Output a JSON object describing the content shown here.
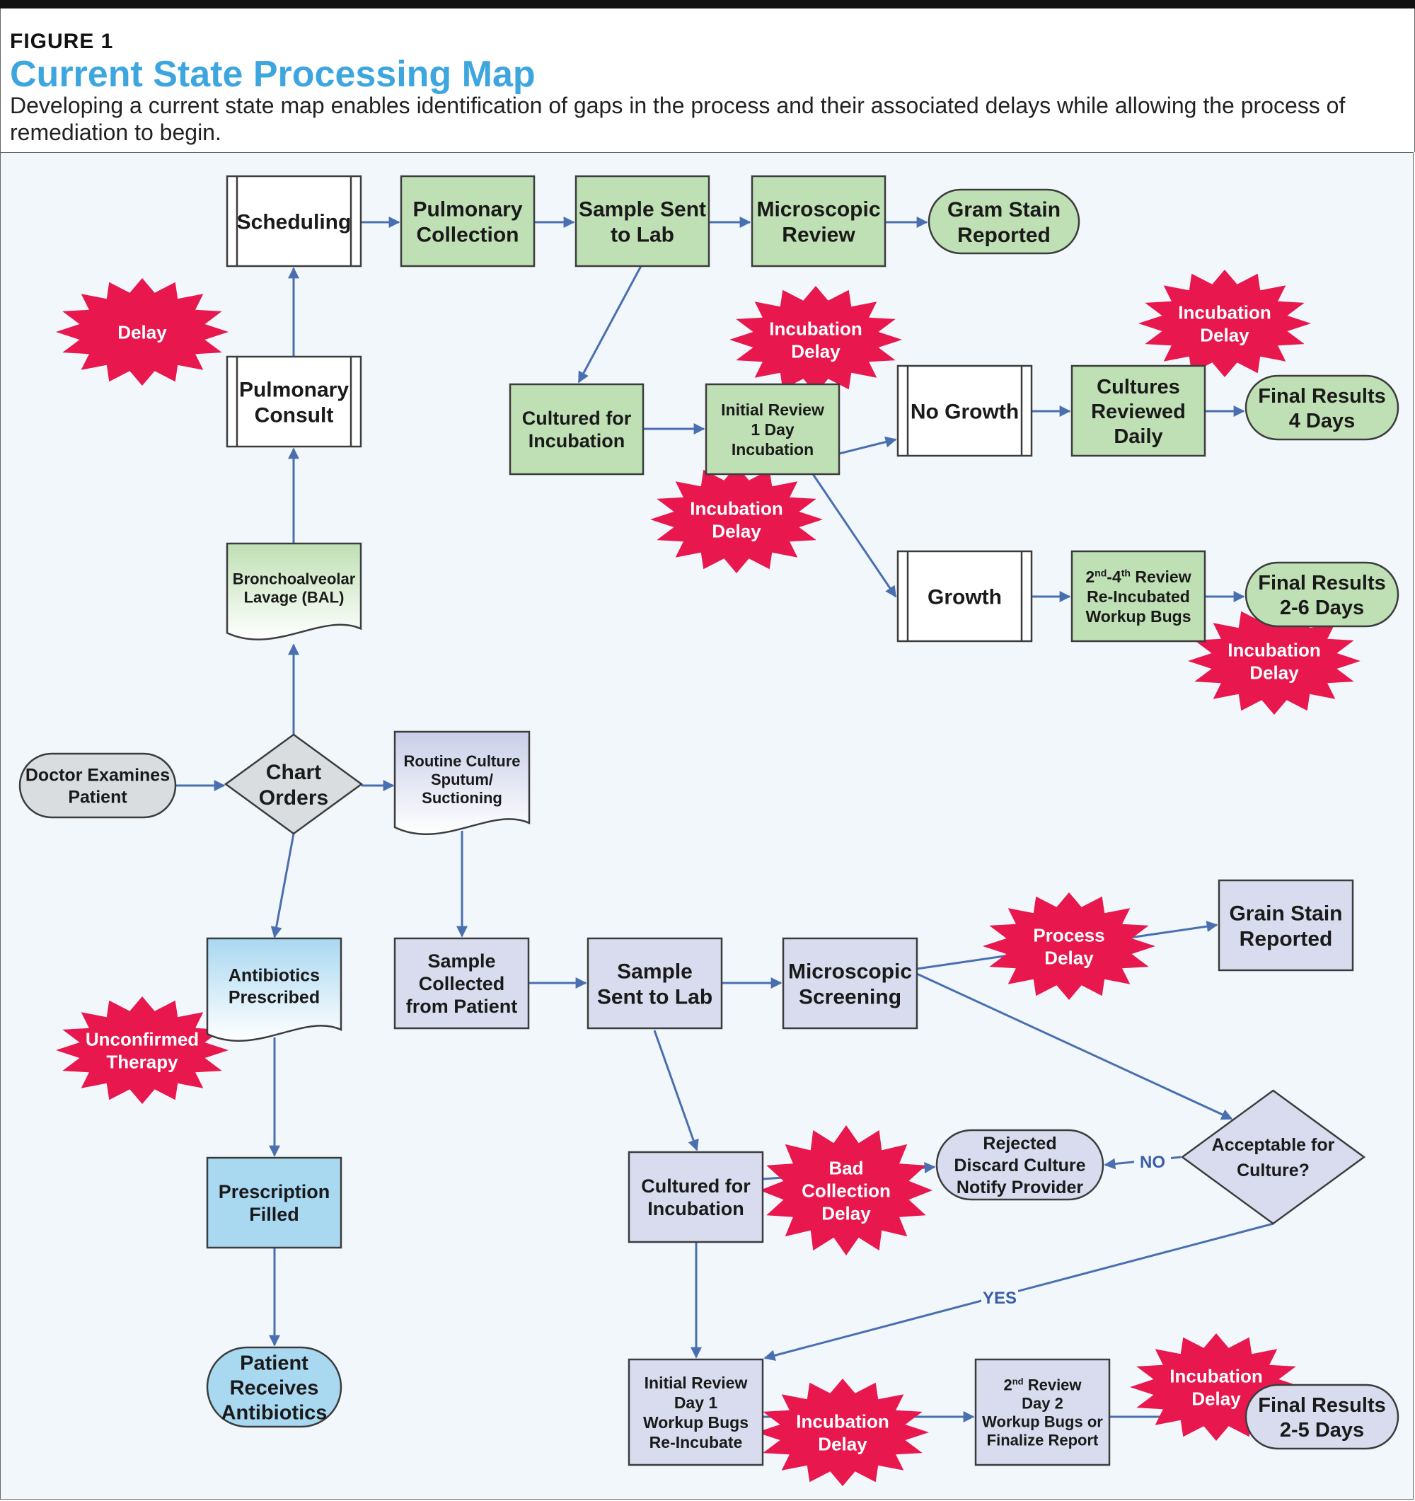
{
  "figure_label": "FIGURE 1",
  "title": "Current State Processing Map",
  "caption": "Developing a current state map enables identification of gaps in the process and their associated delays while allowing the process of remediation to begin.",
  "colors": {
    "green": "#bfe0b4",
    "blue": "#a9d8f1",
    "lavender": "#d8dcee",
    "gray": "#d9dde0",
    "white": "#ffffff",
    "burst": "#e8174d",
    "arrow": "#4a6fb0",
    "title": "#3ea6df"
  },
  "nodes": [
    {
      "id": "scheduling",
      "shape": "subprocess",
      "fill": "white",
      "lines": [
        "Scheduling"
      ]
    },
    {
      "id": "pulm-collection",
      "shape": "rect",
      "fill": "green",
      "lines": [
        "Pulmonary",
        "Collection"
      ]
    },
    {
      "id": "sample-sent-top",
      "shape": "rect",
      "fill": "green",
      "lines": [
        "Sample Sent",
        "to Lab"
      ]
    },
    {
      "id": "microscopic-review",
      "shape": "rect",
      "fill": "green",
      "lines": [
        "Microscopic",
        "Review"
      ]
    },
    {
      "id": "gram-stain-top",
      "shape": "terminal",
      "fill": "green",
      "lines": [
        "Gram Stain",
        "Reported"
      ]
    },
    {
      "id": "pulm-consult",
      "shape": "subprocess",
      "fill": "white",
      "lines": [
        "Pulmonary",
        "Consult"
      ]
    },
    {
      "id": "cultured-top",
      "shape": "rect",
      "fill": "green",
      "lines": [
        "Cultured for",
        "Incubation"
      ]
    },
    {
      "id": "initial-review-top",
      "shape": "rect",
      "fill": "green",
      "lines": [
        "Initial Review",
        "1 Day",
        "Incubation"
      ]
    },
    {
      "id": "no-growth",
      "shape": "subprocess",
      "fill": "white",
      "lines": [
        "No Growth"
      ]
    },
    {
      "id": "cultures-reviewed",
      "shape": "rect",
      "fill": "green",
      "lines": [
        "Cultures",
        "Reviewed",
        "Daily"
      ]
    },
    {
      "id": "final-4days",
      "shape": "terminal",
      "fill": "green",
      "lines": [
        "Final Results",
        "4 Days"
      ]
    },
    {
      "id": "bal",
      "shape": "document",
      "fill": "green",
      "lines": [
        "Bronchoalveolar",
        "Lavage (BAL)"
      ]
    },
    {
      "id": "growth",
      "shape": "subprocess",
      "fill": "white",
      "lines": [
        "Growth"
      ]
    },
    {
      "id": "review-2-4",
      "shape": "rect",
      "fill": "green",
      "lines": [
        "2nd-4th Review",
        "Re-Incubated",
        "Workup Bugs"
      ]
    },
    {
      "id": "final-2-6",
      "shape": "terminal",
      "fill": "green",
      "lines": [
        "Final Results",
        "2-6 Days"
      ]
    },
    {
      "id": "doctor-examines",
      "shape": "terminal",
      "fill": "gray",
      "lines": [
        "Doctor Examines",
        "Patient"
      ]
    },
    {
      "id": "chart-orders",
      "shape": "diamond",
      "fill": "gray",
      "lines": [
        "Chart",
        "Orders"
      ]
    },
    {
      "id": "routine-culture",
      "shape": "document",
      "fill": "lavender",
      "lines": [
        "Routine Culture",
        "Sputum/",
        "Suctioning"
      ]
    },
    {
      "id": "antibiotics-prescribed",
      "shape": "document",
      "fill": "blue",
      "lines": [
        "Antibiotics",
        "Prescribed"
      ]
    },
    {
      "id": "sample-collected",
      "shape": "rect",
      "fill": "lavender",
      "lines": [
        "Sample",
        "Collected",
        "from Patient"
      ]
    },
    {
      "id": "sample-sent-bottom",
      "shape": "rect",
      "fill": "lavender",
      "lines": [
        "Sample",
        "Sent to Lab"
      ]
    },
    {
      "id": "microscopic-screening",
      "shape": "rect",
      "fill": "lavender",
      "lines": [
        "Microscopic",
        "Screening"
      ]
    },
    {
      "id": "grain-stain",
      "shape": "rect",
      "fill": "lavender",
      "lines": [
        "Grain Stain",
        "Reported"
      ]
    },
    {
      "id": "prescription-filled",
      "shape": "rect",
      "fill": "blue",
      "lines": [
        "Prescription",
        "Filled"
      ]
    },
    {
      "id": "cultured-bottom",
      "shape": "rect",
      "fill": "lavender",
      "lines": [
        "Cultured for",
        "Incubation"
      ]
    },
    {
      "id": "rejected",
      "shape": "terminal",
      "fill": "lavender",
      "lines": [
        "Rejected",
        "Discard Culture",
        "Notify Provider"
      ]
    },
    {
      "id": "acceptable",
      "shape": "diamond",
      "fill": "lavender",
      "lines": [
        "Acceptable for",
        "Culture?"
      ]
    },
    {
      "id": "patient-receives",
      "shape": "terminal",
      "fill": "blue",
      "lines": [
        "Patient",
        "Receives",
        "Antibiotics"
      ]
    },
    {
      "id": "initial-review-bottom",
      "shape": "rect",
      "fill": "lavender",
      "lines": [
        "Initial Review",
        "Day 1",
        "Workup Bugs",
        "Re-Incubate"
      ]
    },
    {
      "id": "review-2nd-day2",
      "shape": "rect",
      "fill": "lavender",
      "lines": [
        "2nd Review",
        "Day 2",
        "Workup Bugs or",
        "Finalize Report"
      ]
    },
    {
      "id": "final-2-5",
      "shape": "terminal",
      "fill": "lavender",
      "lines": [
        "Final Results",
        "2-5 Days"
      ]
    }
  ],
  "delays": [
    {
      "id": "delay-consult",
      "lines": [
        "Delay"
      ]
    },
    {
      "id": "delay-incubation-1",
      "lines": [
        "Incubation",
        "Delay"
      ]
    },
    {
      "id": "delay-incubation-2",
      "lines": [
        "Incubation",
        "Delay"
      ]
    },
    {
      "id": "delay-incubation-3",
      "lines": [
        "Incubation",
        "Delay"
      ]
    },
    {
      "id": "delay-incubation-4",
      "lines": [
        "Incubation",
        "Delay"
      ]
    },
    {
      "id": "delay-process",
      "lines": [
        "Process",
        "Delay"
      ]
    },
    {
      "id": "delay-unconfirmed",
      "lines": [
        "Unconfirmed",
        "Therapy"
      ]
    },
    {
      "id": "delay-bad-collection",
      "lines": [
        "Bad",
        "Collection",
        "Delay"
      ]
    },
    {
      "id": "delay-incubation-5",
      "lines": [
        "Incubation",
        "Delay"
      ]
    },
    {
      "id": "delay-incubation-6",
      "lines": [
        "Incubation",
        "Delay"
      ]
    }
  ],
  "edges": [
    {
      "from": "doctor-examines",
      "to": "chart-orders"
    },
    {
      "from": "chart-orders",
      "to": "bal"
    },
    {
      "from": "chart-orders",
      "to": "routine-culture"
    },
    {
      "from": "chart-orders",
      "to": "antibiotics-prescribed"
    },
    {
      "from": "bal",
      "to": "pulm-consult"
    },
    {
      "from": "pulm-consult",
      "to": "scheduling"
    },
    {
      "from": "scheduling",
      "to": "pulm-collection"
    },
    {
      "from": "pulm-collection",
      "to": "sample-sent-top"
    },
    {
      "from": "sample-sent-top",
      "to": "microscopic-review"
    },
    {
      "from": "microscopic-review",
      "to": "gram-stain-top"
    },
    {
      "from": "sample-sent-top",
      "to": "cultured-top"
    },
    {
      "from": "cultured-top",
      "to": "initial-review-top"
    },
    {
      "from": "initial-review-top",
      "to": "no-growth"
    },
    {
      "from": "initial-review-top",
      "to": "growth"
    },
    {
      "from": "no-growth",
      "to": "cultures-reviewed"
    },
    {
      "from": "cultures-reviewed",
      "to": "final-4days"
    },
    {
      "from": "growth",
      "to": "review-2-4"
    },
    {
      "from": "review-2-4",
      "to": "final-2-6"
    },
    {
      "from": "routine-culture",
      "to": "sample-collected"
    },
    {
      "from": "sample-collected",
      "to": "sample-sent-bottom"
    },
    {
      "from": "sample-sent-bottom",
      "to": "microscopic-screening"
    },
    {
      "from": "microscopic-screening",
      "to": "grain-stain"
    },
    {
      "from": "microscopic-screening",
      "to": "acceptable"
    },
    {
      "from": "sample-sent-bottom",
      "to": "cultured-bottom"
    },
    {
      "from": "acceptable",
      "to": "rejected",
      "label": "NO"
    },
    {
      "from": "acceptable",
      "to": "initial-review-bottom",
      "label": "YES"
    },
    {
      "from": "cultured-bottom",
      "to": "rejected"
    },
    {
      "from": "cultured-bottom",
      "to": "initial-review-bottom"
    },
    {
      "from": "initial-review-bottom",
      "to": "review-2nd-day2"
    },
    {
      "from": "review-2nd-day2",
      "to": "final-2-5"
    },
    {
      "from": "antibiotics-prescribed",
      "to": "prescription-filled"
    },
    {
      "from": "prescription-filled",
      "to": "patient-receives"
    }
  ]
}
